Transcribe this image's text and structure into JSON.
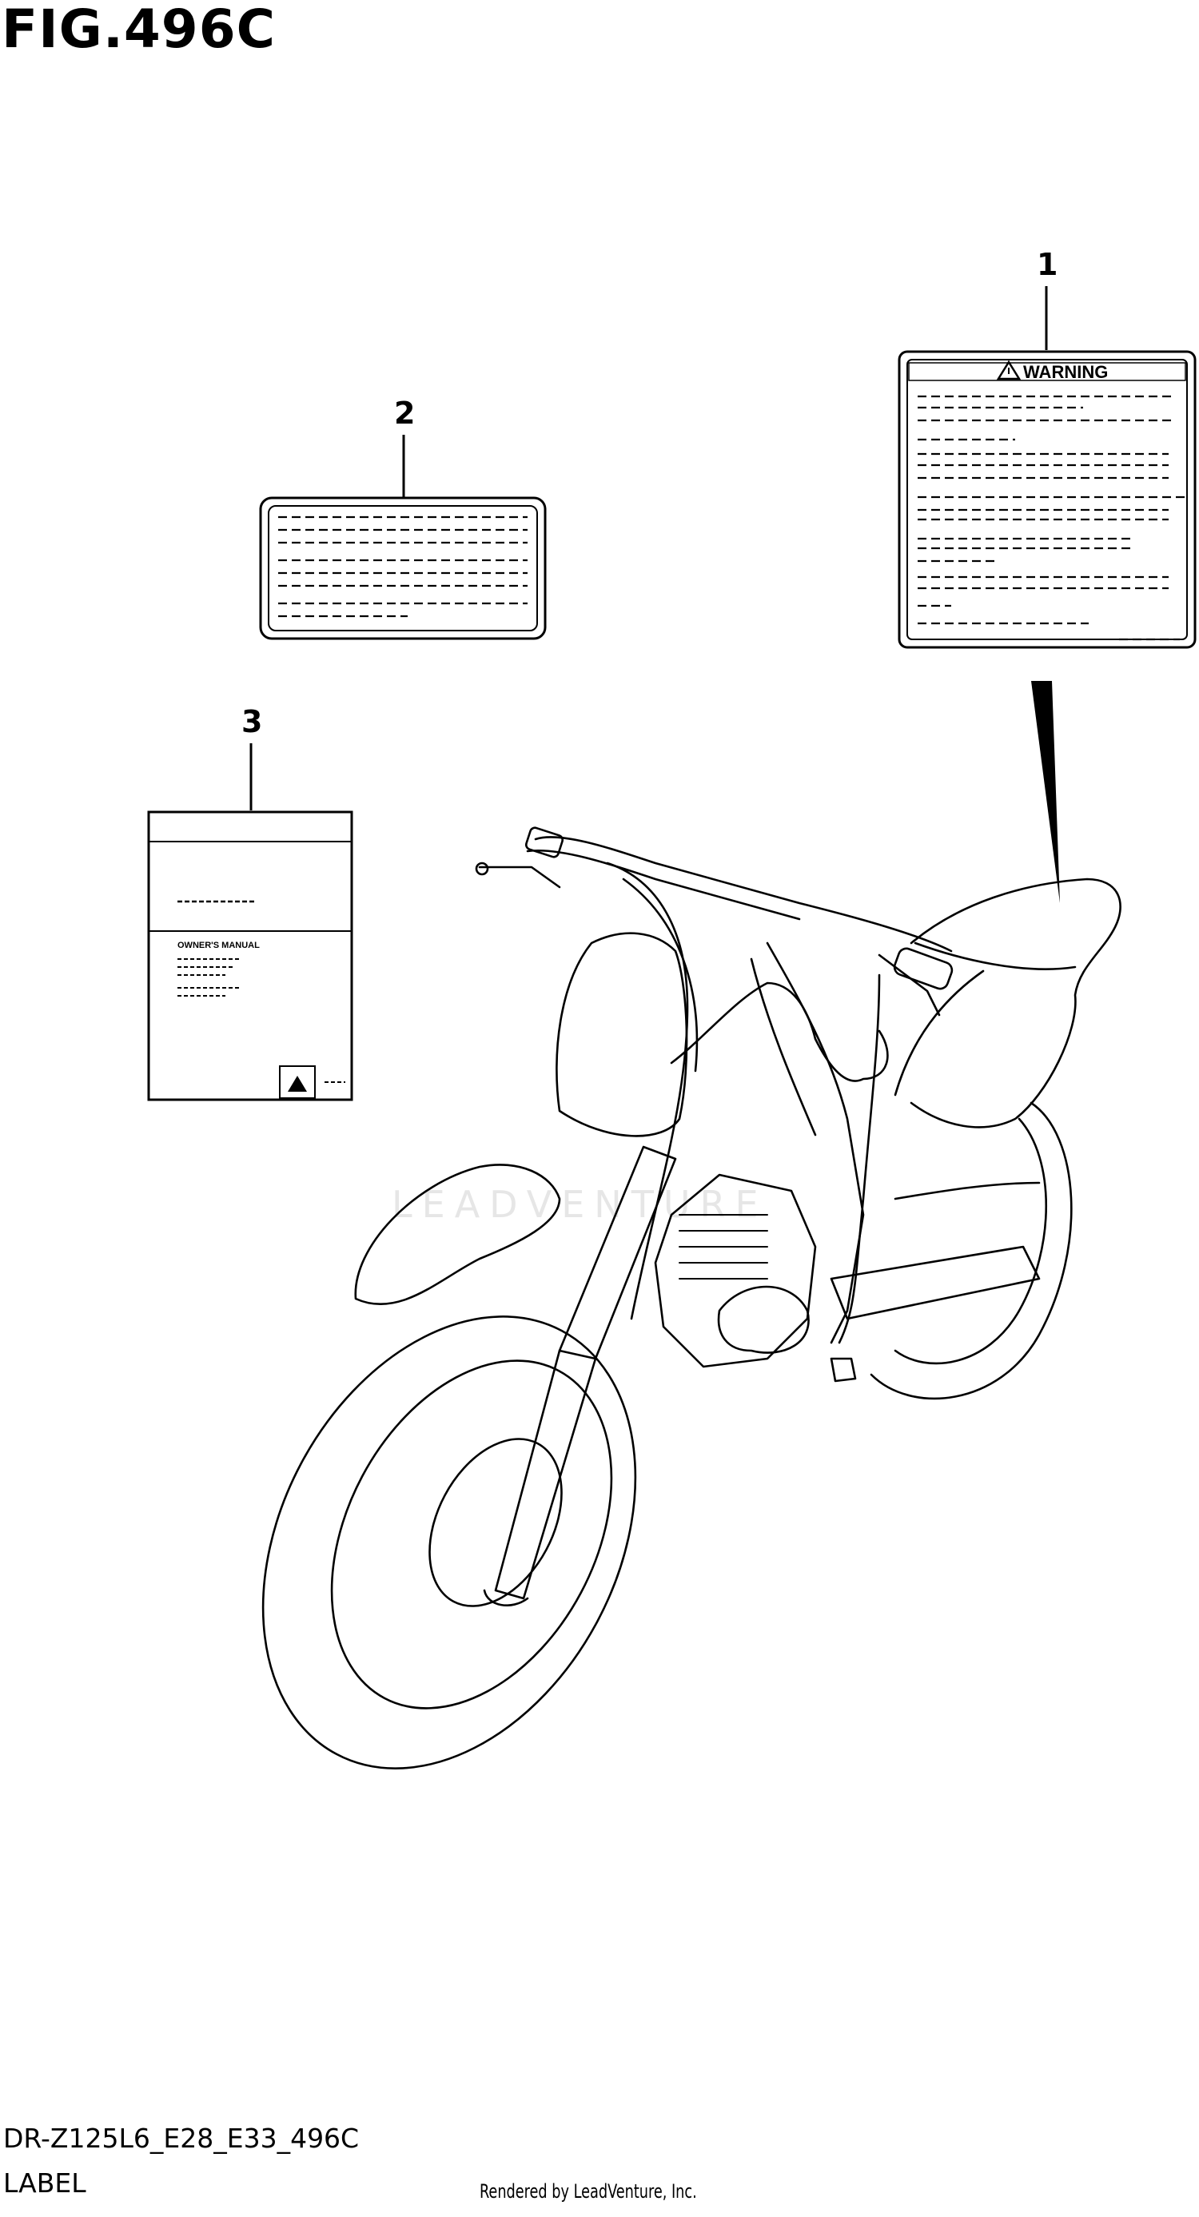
{
  "figure": {
    "title": "FIG.496C",
    "model_code": "DR-Z125L6_E28_E33_496C",
    "section_name": "LABEL",
    "rendered_by": "Rendered by LeadVenture, Inc.",
    "watermark": "LEADVENTURE"
  },
  "callouts": [
    {
      "number": "1",
      "part": "warning-label"
    },
    {
      "number": "2",
      "part": "label"
    },
    {
      "number": "3",
      "part": "owners-manual"
    }
  ],
  "warning_label": {
    "header": "WARNING"
  },
  "manual": {
    "cover_text": "OWNER'S MANUAL"
  }
}
